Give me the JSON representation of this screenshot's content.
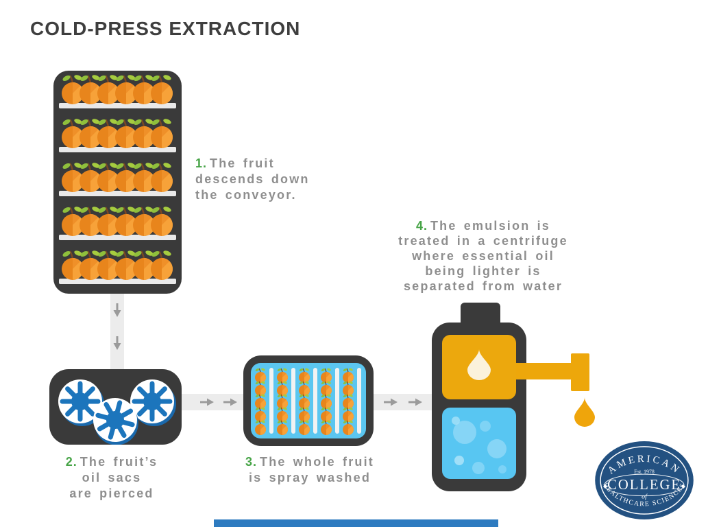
{
  "title": "COLD-PRESS EXTRACTION",
  "steps": {
    "s1": {
      "num": "1.",
      "l1": "The fruit",
      "l2": "descends down",
      "l3": "the conveyor."
    },
    "s2": {
      "num": "2.",
      "l1": "The fruit’s",
      "l2": "oil sacs",
      "l3": "are pierced"
    },
    "s3": {
      "num": "3.",
      "l1": "The whole fruit",
      "l2": "is spray washed"
    },
    "s4": {
      "num": "4.",
      "l1": "The emulsion is",
      "l2": "treated in a centrifuge",
      "l3": "where essential oil",
      "l4": "being lighter is",
      "l5": "separated from water"
    }
  },
  "logo": {
    "arc_top": "AMERICAN",
    "est": "Est. 1978",
    "name": "COLLEGE",
    "of": "of",
    "arc_bottom": "HEALTHCARE SCIENCES",
    "diamond": "◆"
  },
  "icons": {
    "down_arrow": "down-arrow",
    "right_arrow": "right-arrow",
    "oil_droplet": "oil-droplet",
    "orange_fruit": "orange-fruit",
    "piercing_wheel": "piercing-wheel"
  },
  "colors": {
    "machine_dark": "#3A3A3A",
    "title_text": "#3E3E3E",
    "step_text_gray": "#8E8E8E",
    "step_number_green": "#47A447",
    "conveyor_band": "#ECECEC",
    "arrow_gray": "#9B9B9B",
    "fruit_orange": "#E8851C",
    "fruit_orange_light": "#F7A239",
    "leaf_green": "#8FBF3C",
    "wheel_blue": "#1C75BC",
    "wash_blue": "#5BC6F0",
    "oil_orange": "#ECA80D",
    "water_blue": "#58C6F2",
    "faucet_orange": "#EDA70B",
    "logo_navy": "#235181",
    "footer_blue": "#2E7BC0"
  }
}
